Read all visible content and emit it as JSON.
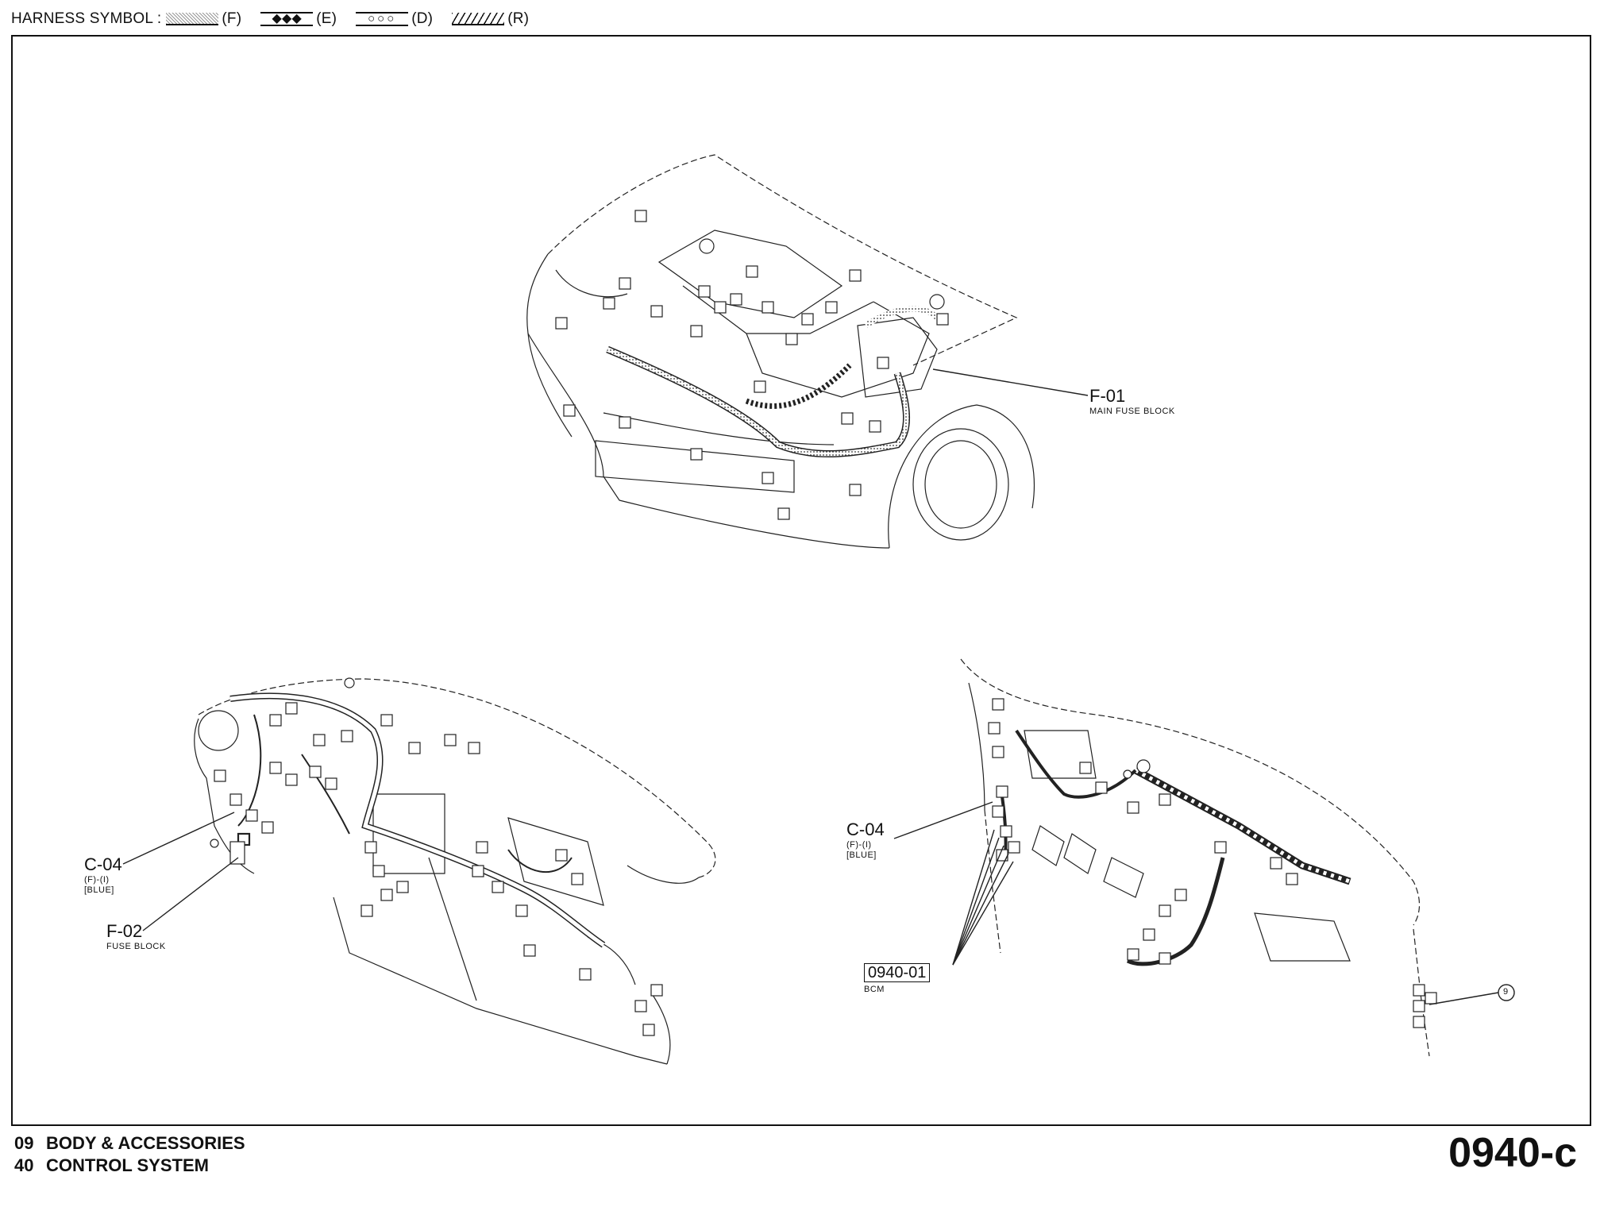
{
  "header": {
    "prefix": "HARNESS SYMBOL :",
    "symbols": [
      {
        "code": "(F)",
        "style": "dotted"
      },
      {
        "code": "(E)",
        "style": "diamonds",
        "glyph": "◆◆◆"
      },
      {
        "code": "(D)",
        "style": "circles",
        "glyph": "○○○"
      },
      {
        "code": "(R)",
        "style": "hatched"
      }
    ]
  },
  "callouts": {
    "f01": {
      "code": "F-01",
      "desc": "MAIN FUSE BLOCK"
    },
    "c04_left": {
      "code": "C-04",
      "line1": "(F)-(I)",
      "line2": "[BLUE]"
    },
    "f02": {
      "code": "F-02",
      "desc": "FUSE BLOCK"
    },
    "c04_right": {
      "code": "C-04",
      "line1": "(F)-(I)",
      "line2": "[BLUE]"
    },
    "bcm": {
      "code": "0940-01",
      "desc": "BCM"
    },
    "circle9": "9"
  },
  "footer": {
    "line1_num": "09",
    "line1_text": "BODY & ACCESSORIES",
    "line2_num": "40",
    "line2_text": "CONTROL SYSTEM",
    "page_code": "0940-c"
  }
}
